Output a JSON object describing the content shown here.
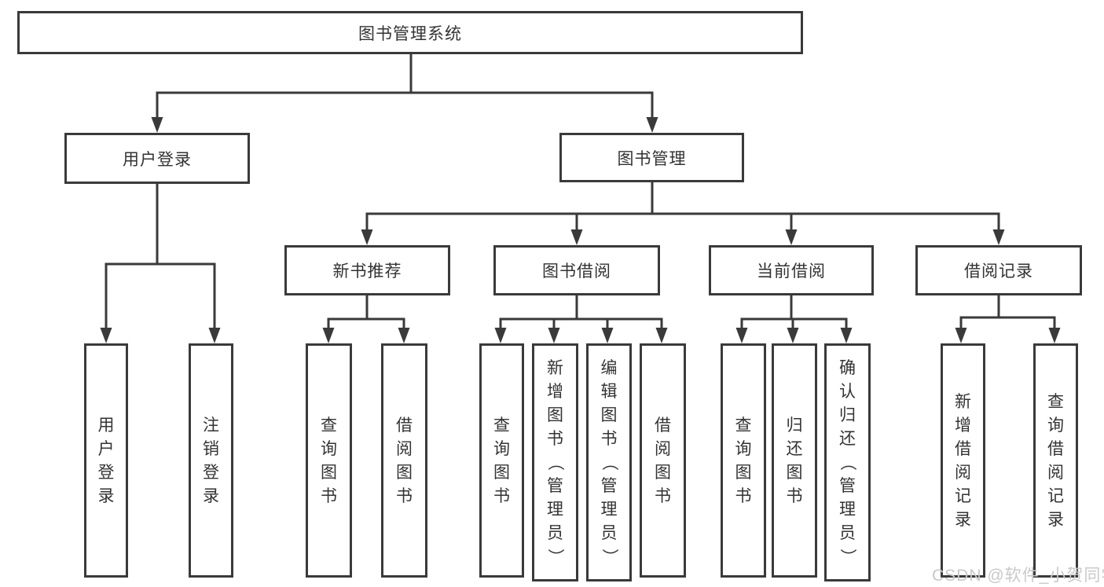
{
  "diagram_title": "图书管理系统",
  "tree": {
    "label": "图书管理系统",
    "children": [
      {
        "label": "用户登录",
        "children": [
          {
            "label": "用户登录"
          },
          {
            "label": "注销登录"
          }
        ]
      },
      {
        "label": "图书管理",
        "children": [
          {
            "label": "新书推荐",
            "children": [
              {
                "label": "查询图书"
              },
              {
                "label": "借阅图书"
              }
            ]
          },
          {
            "label": "图书借阅",
            "children": [
              {
                "label": "查询图书"
              },
              {
                "label": "新增图书（管理员）"
              },
              {
                "label": "编辑图书（管理员）"
              },
              {
                "label": "借阅图书"
              }
            ]
          },
          {
            "label": "当前借阅",
            "children": [
              {
                "label": "查询图书"
              },
              {
                "label": "归还图书"
              },
              {
                "label": "确认归还（管理员）"
              }
            ]
          },
          {
            "label": "借阅记录",
            "children": [
              {
                "label": "新增借阅记录"
              },
              {
                "label": "查询借阅记录"
              }
            ]
          }
        ]
      }
    ]
  },
  "watermark": {
    "text": "CSDN @软件_小贺同学"
  },
  "colors": {
    "line": "#3a3a3a",
    "text": "#333333",
    "watermark_text": "#c9c9c9",
    "background": "#ffffff"
  }
}
